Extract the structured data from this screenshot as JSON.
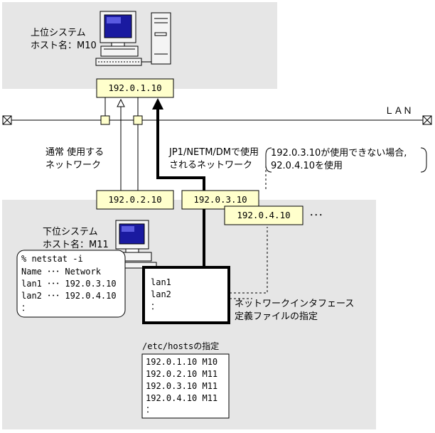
{
  "upper_system": {
    "title": "上位システム",
    "host": "ホスト名：M10",
    "ip": "192.0.1.10"
  },
  "lan": {
    "label": "ＬＡＮ"
  },
  "paths": {
    "normal_line1": "通常 使用する",
    "normal_line2": "ネットワーク",
    "jp1_line1": "JP1/NETM/DMで使用",
    "jp1_line2": "されるネットワーク",
    "note_line1": "192.0.3.10が使用できない場合,",
    "note_line2": "92.0.4.10を使用"
  },
  "lower_system": {
    "title": "下位システム",
    "host": "ホスト名：M11",
    "ip_normal": "192.0.2.10",
    "ip_jp1": "192.0.3.10",
    "ip_alt": "192.0.4.10",
    "more": "･･･"
  },
  "netstat": {
    "command": "% netstat -i",
    "rows": [
      "Name ･･･ Network",
      "lan1 ･･･ 192.0.3.10",
      "lan2 ･･･ 192.0.4.10",
      "       ："
    ]
  },
  "interface_file": {
    "entries": [
      "lan1",
      "lan2",
      "  ："
    ],
    "caption_line1": "ネットワークインタフェース",
    "caption_line2": "定義ファイルの指定"
  },
  "hosts_file": {
    "title": "/etc/hostsの指定",
    "rows": [
      "192.0.1.10  M10",
      "192.0.2.10  M11",
      "192.0.3.10  M11",
      "192.0.4.10  M11",
      "     ："
    ]
  },
  "colors": {
    "region_fill": "#e6e6e6",
    "ip_box_fill": "#ffffcc",
    "screen_blue": "#1a1aa0"
  }
}
